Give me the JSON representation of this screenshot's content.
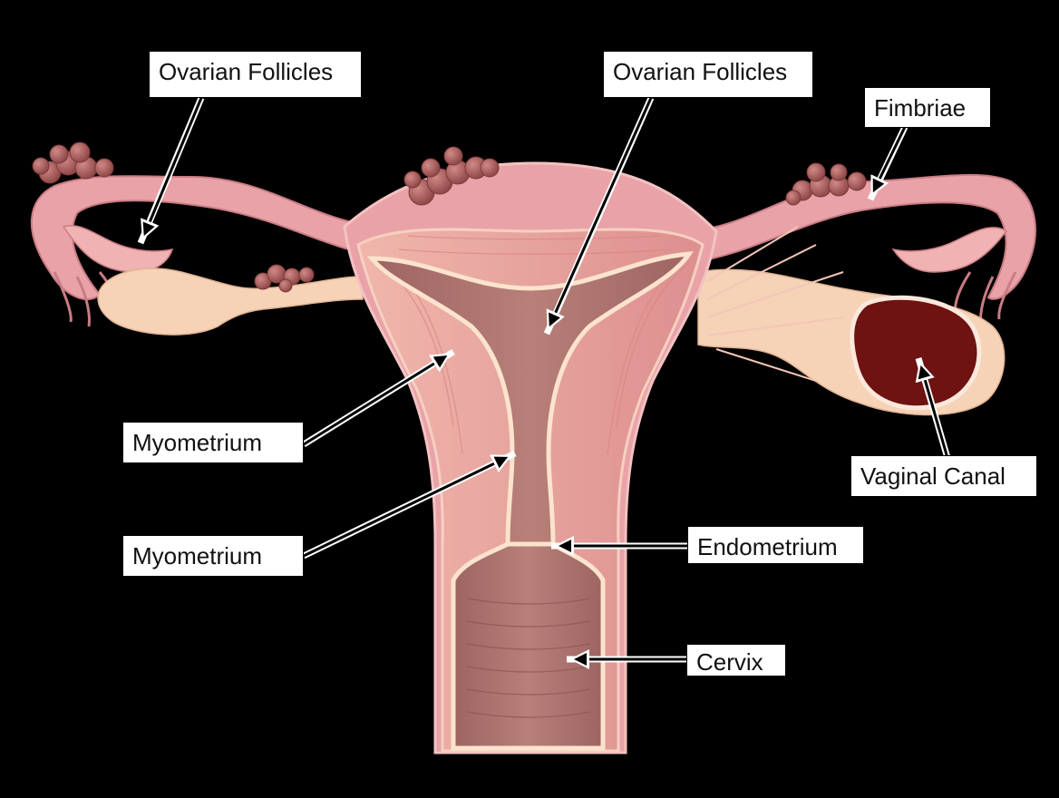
{
  "labels": {
    "ovarian_follicles_left": "Ovarian Follicles",
    "ovarian_follicles_center": "Ovarian Follicles",
    "fimbriae": "Fimbriae",
    "myometrium_upper": "Myometrium",
    "myometrium_lower": "Myometrium",
    "endometrium": "Endometrium",
    "vaginal_canal": "Vaginal Canal",
    "cervix": "Cervix"
  },
  "colors": {
    "background": "#000000",
    "tissue_outer": "#e9a3a8",
    "tissue_light": "#f6c8bf",
    "muscle": "#e59a9a",
    "cavity": "#b07870",
    "follicle": "#a95a5a",
    "ovary": "#f6d2b7",
    "lesion": "#6e1212"
  }
}
